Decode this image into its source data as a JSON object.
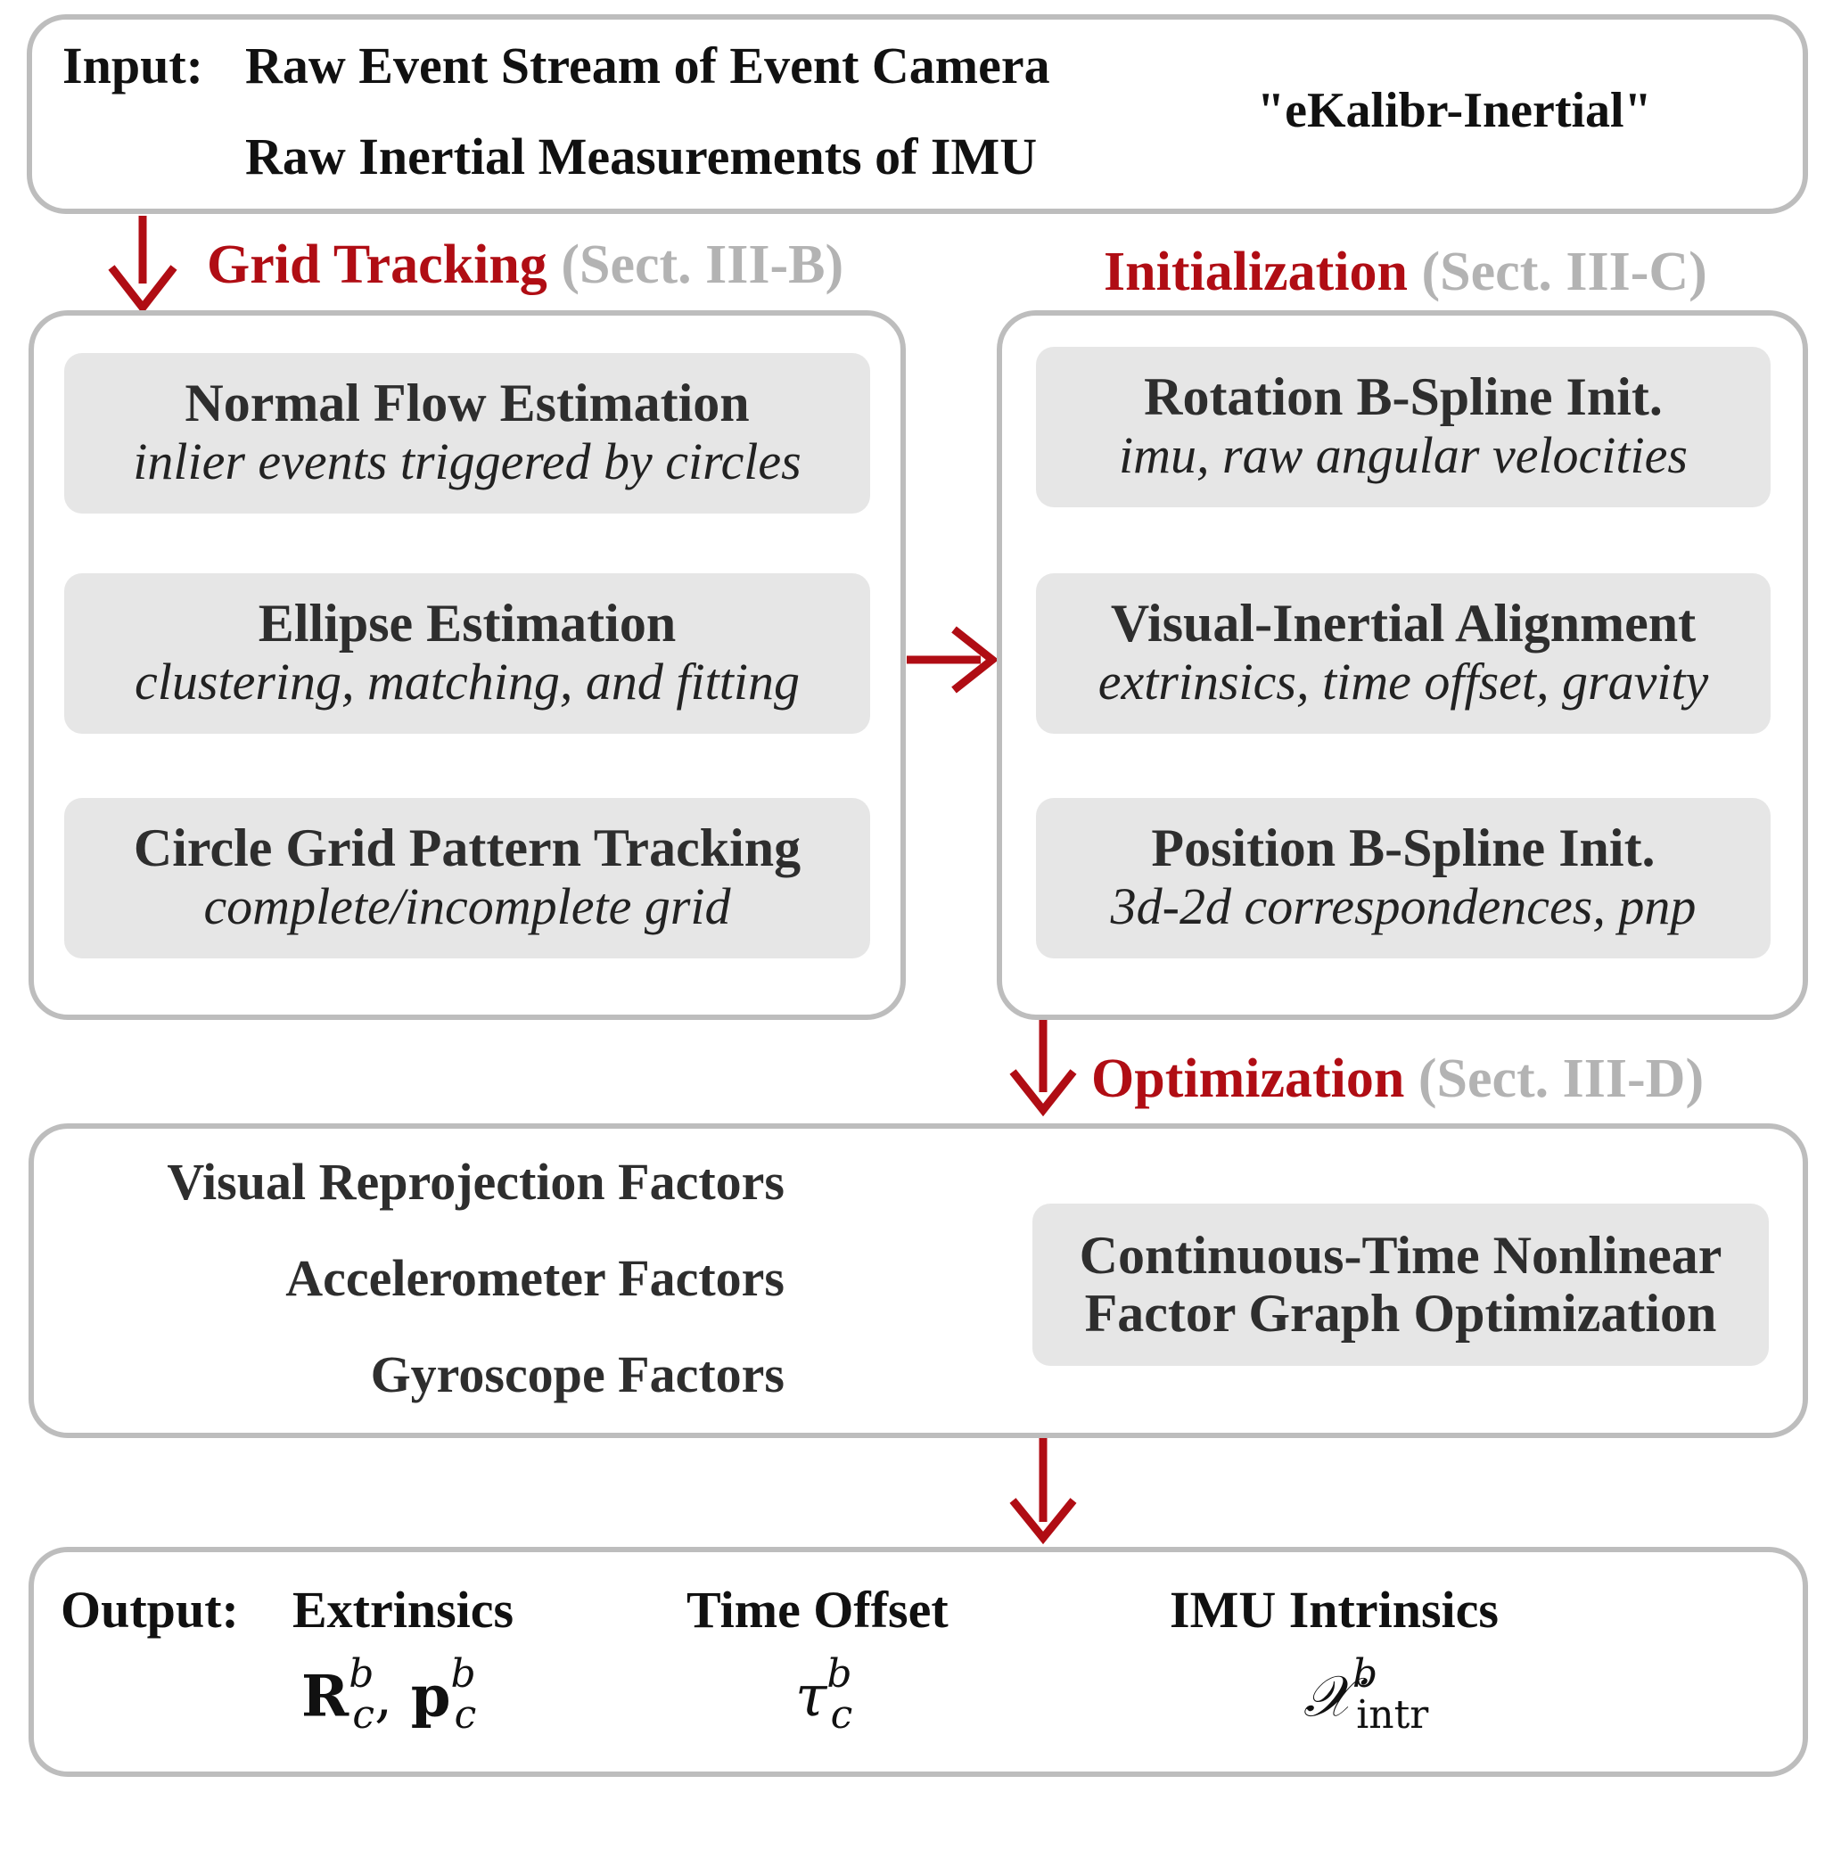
{
  "input": {
    "label": "Input:",
    "line1": "Raw Event Stream of Event Camera",
    "line2": "Raw Inertial Measurements of IMU",
    "name": "\"eKalibr-Inertial\""
  },
  "grid_tracking": {
    "title": "Grid Tracking",
    "section": "(Sect. III-B)",
    "steps": [
      {
        "title": "Normal Flow Estimation",
        "subtitle": "inlier events triggered by circles"
      },
      {
        "title": "Ellipse Estimation",
        "subtitle": "clustering, matching, and fitting"
      },
      {
        "title": "Circle Grid Pattern Tracking",
        "subtitle": "complete/incomplete grid"
      }
    ]
  },
  "initialization": {
    "title": "Initialization",
    "section": "(Sect. III-C)",
    "steps": [
      {
        "title": "Rotation B-Spline Init.",
        "subtitle": "imu, raw angular velocities"
      },
      {
        "title": "Visual-Inertial Alignment",
        "subtitle": "extrinsics, time offset, gravity"
      },
      {
        "title": "Position B-Spline Init.",
        "subtitle": "3d-2d correspondences, pnp"
      }
    ]
  },
  "optimization": {
    "title": "Optimization",
    "section": "(Sect. III-D)",
    "factors": [
      "Visual Reprojection Factors",
      "Accelerometer Factors",
      "Gyroscope Factors"
    ],
    "target_line1": "Continuous-Time Nonlinear",
    "target_line2": "Factor Graph Optimization"
  },
  "output": {
    "label": "Output:",
    "items": [
      {
        "title": "Extrinsics",
        "symbol": "R_c^b, p_c^b"
      },
      {
        "title": "Time Offset",
        "symbol": "τ_c^b"
      },
      {
        "title": "IMU Intrinsics",
        "symbol": "X_intr^b"
      }
    ]
  },
  "colors": {
    "accent_red": "#b00d14",
    "section_gray": "#b3b3b3",
    "panel_border": "#bdbdbd",
    "card_fill": "#e6e6e6"
  }
}
